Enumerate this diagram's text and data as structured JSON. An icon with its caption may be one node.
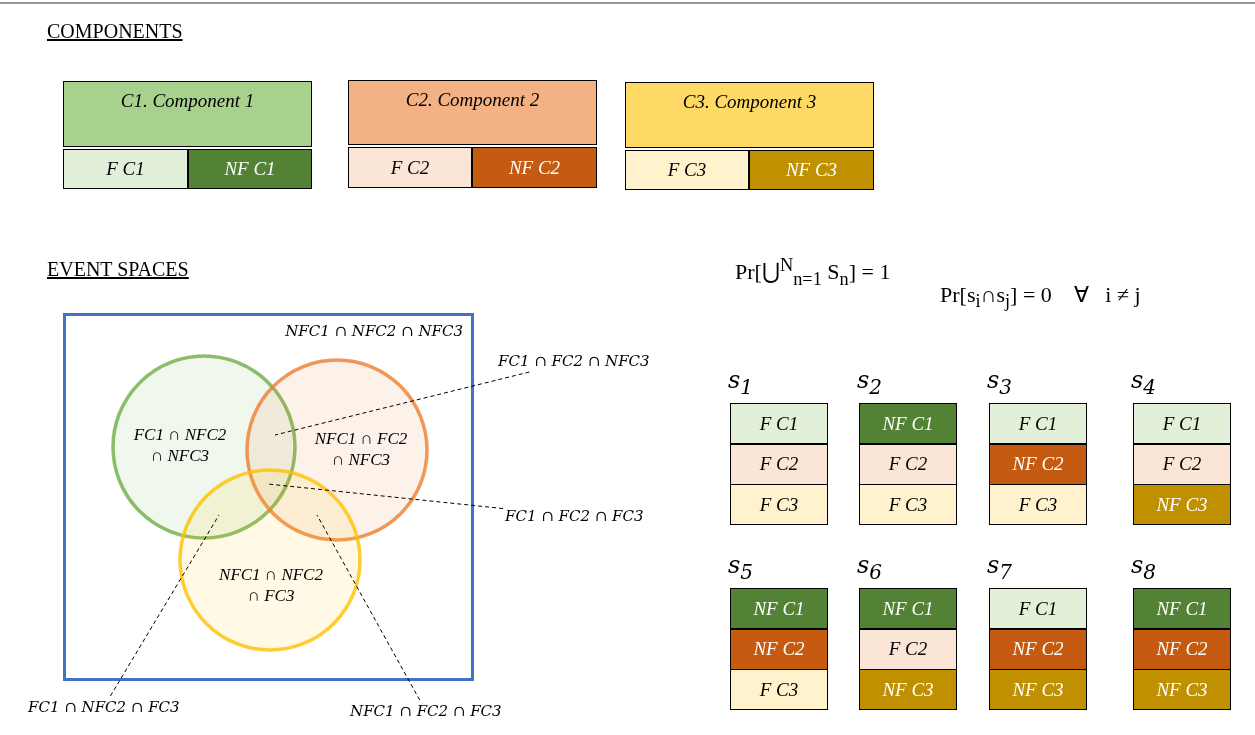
{
  "diagram": {
    "nodes": [
      {
        "text": [
          "C1. Component 1"
        ]
      },
      {
        "text": [
          "F C1"
        ]
      },
      {
        "text": [
          "NF C1"
        ]
      },
      {
        "text": [
          "C2. Component 2"
        ]
      },
      {
        "text": [
          "F C2"
        ]
      },
      {
        "text": [
          "NF C2"
        ]
      },
      {
        "text": [
          "C3. Component 3"
        ]
      },
      {
        "text": [
          "F C3"
        ]
      },
      {
        "text": [
          "NF C3"
        ]
      },
      {
        "text": [
          "NFC1 ∩ NFC2 ∩ NFC3"
        ]
      },
      {
        "text": [
          "FC1 ∩ NFC2 ∩ NFC3"
        ],
        "in": 9
      },
      {
        "text": [
          "NFC1 ∩ FC2 ∩ NFC3"
        ],
        "in": 9
      },
      {
        "text": [
          "NFC1 ∩ NFC2 ∩ FC3"
        ],
        "in": 9
      },
      {
        "text": [
          "FC1 ∩ FC2 ∩ NFC3"
        ]
      },
      {
        "text": [
          "FC1 ∩ FC2 ∩ FC3"
        ]
      },
      {
        "text": [
          "FC1 ∩ NFC2 ∩ FC3"
        ]
      },
      {
        "text": [
          "NFC1 ∩ FC2 ∩ FC3"
        ]
      },
      {
        "text": [
          "s$_{1}$"
        ]
      },
      {
        "text": [
          "F C1"
        ],
        "in": 17
      },
      {
        "text": [
          "F C2"
        ],
        "in": 17
      },
      {
        "text": [
          "F C3"
        ],
        "in": 17
      },
      {
        "text": [
          "s$_{2}$"
        ]
      },
      {
        "text": [
          "NF C1"
        ],
        "in": 21
      },
      {
        "text": [
          "F C2"
        ],
        "in": 21
      },
      {
        "text": [
          "F C3"
        ],
        "in": 21
      },
      {
        "text": [
          "s$_{3}$"
        ]
      },
      {
        "text": [
          "F C1"
        ],
        "in": 25
      },
      {
        "text": [
          "NF C2"
        ],
        "in": 25
      },
      {
        "text": [
          "F C3"
        ],
        "in": 25
      },
      {
        "text": [
          "s$_{4}$"
        ]
      },
      {
        "text": [
          "F C1"
        ],
        "in": 29
      },
      {
        "text": [
          "F C2"
        ],
        "in": 29
      },
      {
        "text": [
          "NF C3"
        ],
        "in": 29
      },
      {
        "text": [
          "s$_{5}$"
        ]
      },
      {
        "text": [
          "NF C1"
        ],
        "in": 33
      },
      {
        "text": [
          "NF C2"
        ],
        "in": 33
      },
      {
        "text": [
          "F C3"
        ],
        "in": 33
      },
      {
        "text": [
          "s$_{6}$"
        ]
      },
      {
        "text": [
          "NF C1"
        ],
        "in": 37
      },
      {
        "text": [
          "F C2"
        ],
        "in": 37
      },
      {
        "text": [
          "NF C3"
        ],
        "in": 37
      },
      {
        "text": [
          "s$_{7}$"
        ]
      },
      {
        "text": [
          "F C1"
        ],
        "in": 41
      },
      {
        "text": [
          "NF C2"
        ],
        "in": 41
      },
      {
        "text": [
          "NF C3"
        ],
        "in": 41
      },
      {
        "text": [
          "s$_{8}$"
        ]
      },
      {
        "text": [
          "NF C1"
        ],
        "in": 45
      },
      {
        "text": [
          "NF C2"
        ],
        "in": 45
      },
      {
        "text": [
          "NF C3"
        ],
        "in": 45
      }
    ],
    "edges": [
      {
        "from": 13,
        "to": 11,
        "arrow": "none",
        "style": "dashed"
      },
      {
        "from": 14,
        "to": 11,
        "arrow": "none",
        "style": "dashed"
      },
      {
        "from": 15,
        "to": 12,
        "arrow": "none",
        "style": "dashed"
      },
      {
        "from": 16,
        "to": 11,
        "arrow": "none",
        "style": "dashed"
      }
    ],
    "labels": [
      "COMPONENTS",
      "EVENT SPACES",
      "Pr[⋃$^{N}$$_{n=1}$ S$_{n}$] = 1",
      "Pr[s$_{i}$∩s$_{j}$] = 0    ∀   i ≠ j"
    ]
  }
}
